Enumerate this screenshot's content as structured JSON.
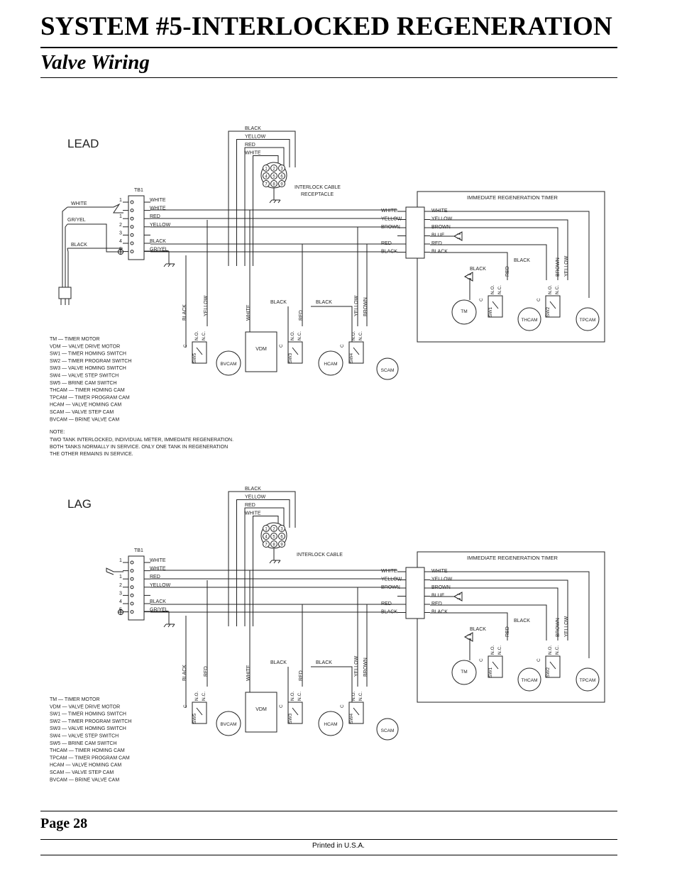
{
  "header": {
    "title": "SYSTEM #5-INTERLOCKED REGENERATION",
    "subtitle": "Valve Wiring"
  },
  "footer": {
    "page": "Page 28",
    "printed": "Printed in U.S.A."
  },
  "lead": {
    "label": "LEAD",
    "interlock_label_line1": "INTERLOCK CABLE",
    "interlock_label_line2": "RECEPTACLE",
    "note_title": "NOTE:",
    "note_lines": [
      "TWO TANK INTERLOCKED, INDIVIDUAL METER, IMMEDIATE REGENERATION.",
      "BOTH TANKS NORMALLY IN SERVICE.  ONLY ONE TANK IN REGENERATION",
      "THE OTHER REMAINS IN SERVICE."
    ]
  },
  "lag": {
    "label": "LAG",
    "interlock_label": "INTERLOCK CABLE"
  },
  "common": {
    "tb1": "TB1",
    "timer_title": "IMMEDIATE REGENERATION TIMER",
    "cable_colors": [
      "BLACK",
      "YELLOW",
      "RED",
      "WHITE"
    ],
    "pins": [
      "1",
      "2",
      "3",
      "4",
      "5",
      "6",
      "7",
      "8",
      "9"
    ],
    "tb_numbers": [
      "1",
      "1",
      "2",
      "3",
      "4",
      "5"
    ],
    "tb_right_labels": [
      "WHITE",
      "WHITE",
      "RED",
      "YELLOW",
      "",
      "BLACK",
      "GR/YEL"
    ],
    "input_white": "WHITE",
    "input_gryel": "GR/YEL",
    "input_black": "BLACK",
    "timer_left_labels": [
      "WHITE",
      "YELLOW",
      "BROWN",
      "",
      "RED",
      "BLACK"
    ],
    "timer_right_labels": [
      "WHITE",
      "YELLOW",
      "BROWN",
      "BLUE",
      "RED",
      "BLACK"
    ],
    "black": "BLACK",
    "red": "RED",
    "brown": "BROWN",
    "yellow": "YELLOW",
    "white": "WHITE",
    "no": "N.O.",
    "nc": "N.C.",
    "c": "C",
    "tm": "TM",
    "thcam": "THCAM",
    "tpcam": "TPCAM",
    "vdm": "VDM",
    "bvcam": "BVCAM",
    "hcam": "HCAM",
    "scam": "SCAM",
    "sw1": "SW1",
    "sw2": "SW2",
    "sw3": "SW3",
    "sw4": "SW4",
    "sw5": "SW5",
    "legend": [
      "TM  —  TIMER MOTOR",
      "VDM  —  VALVE DRIVE MOTOR",
      "SW1  —  TIMER HOMING SWITCH",
      "SW2  —  TIMER PROGRAM SWITCH",
      "SW3  —  VALVE HOMING SWITCH",
      "SW4  —  VALVE STEP SWITCH",
      "SW5  —  BRINE CAM SWITCH",
      "THCAM  —  TIMER HOMING CAM",
      "TPCAM  —  TIMER PROGRAM CAM",
      "HCAM  —  VALVE HOMING CAM",
      "SCAM  —  VALVE STEP CAM",
      "BVCAM  —  BRINE VALVE CAM"
    ]
  }
}
